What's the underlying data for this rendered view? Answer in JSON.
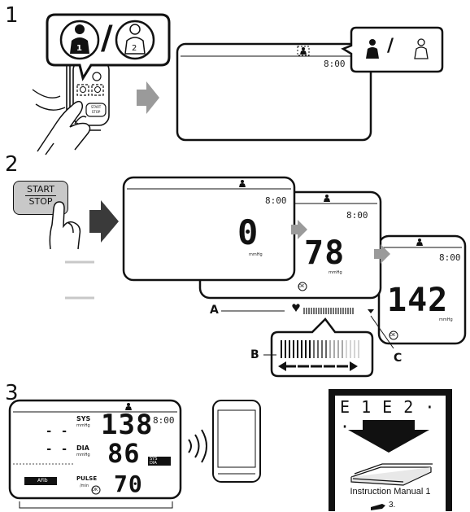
{
  "steps": {
    "one": "1",
    "two": "2",
    "three": "3"
  },
  "step1": {
    "separator": "/",
    "user1": "1",
    "user2": "2",
    "time": "8:00",
    "device_button_top": "START",
    "device_button_bottom": "STOP"
  },
  "step2": {
    "start_label": "START",
    "stop_label": "STOP",
    "screens": [
      {
        "time": "8:00",
        "value": "0",
        "unit": "mmHg"
      },
      {
        "time": "8:00",
        "value": "78",
        "unit": "mmHg"
      },
      {
        "time": "8:00",
        "value": "142",
        "unit": "mmHg"
      }
    ],
    "ok_label": "OK",
    "callout_a": "A",
    "callout_b": "B",
    "callout_c": "C"
  },
  "step3": {
    "time": "8:00",
    "sys_label": "SYS",
    "sys_unit": "mmHg",
    "sys_value": "138",
    "dia_label": "DIA",
    "dia_unit": "mmHg",
    "dia_value": "86",
    "pulse_label": "PULSE",
    "pulse_unit": "/min",
    "pulse_value": "70",
    "afib_label": "AFib",
    "sysdia_badge": "SYS DIA",
    "dash1": "- -",
    "dash2": "- -",
    "ok_label": "OK",
    "errors": "E 1   E 2 · · ·",
    "manual_label": "Instruction Manual 1",
    "manual_ref": "3."
  }
}
